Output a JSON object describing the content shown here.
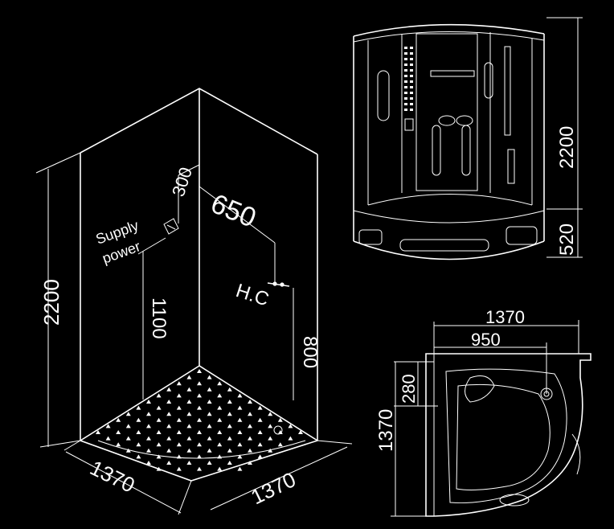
{
  "isometric": {
    "supply_power_line1": "Supply",
    "supply_power_line2": "power",
    "dim_300": "300",
    "dim_650": "650",
    "hc_label": "H.C",
    "dim_1100": "1100",
    "dim_800": "800",
    "dim_2200": "2200",
    "dim_1370_left": "1370",
    "dim_1370_right": "1370"
  },
  "front_view": {
    "dim_2200": "2200",
    "dim_520": "520"
  },
  "plan_view": {
    "dim_1370_top": "1370",
    "dim_950": "950",
    "dim_280": "280",
    "dim_1370_side": "1370"
  }
}
